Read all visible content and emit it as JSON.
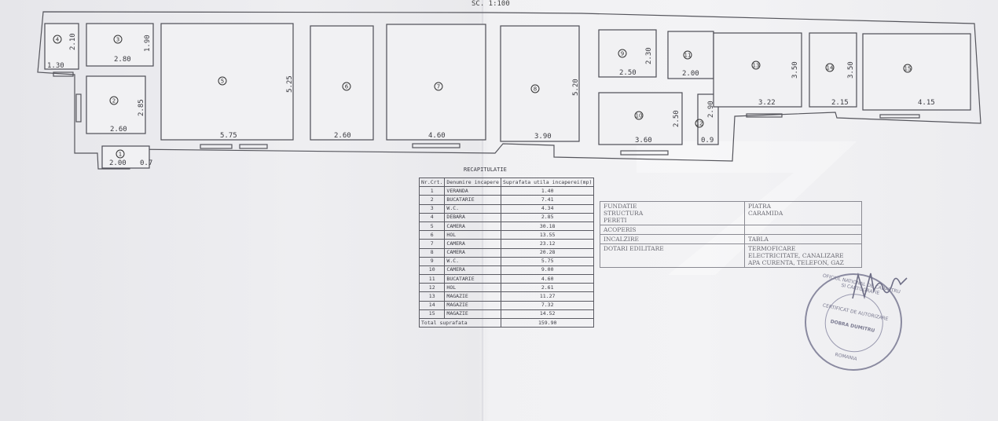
{
  "scale": "SC. 1:100",
  "plan": {
    "rooms": [
      {
        "number": "1",
        "dims": [
          "2.00",
          "0.7"
        ]
      },
      {
        "number": "2",
        "dims": [
          "2.85",
          "2.60"
        ]
      },
      {
        "number": "3",
        "dims": [
          "1.90",
          "2.80"
        ]
      },
      {
        "number": "4",
        "dims": [
          "2.10",
          "1.30"
        ]
      },
      {
        "number": "5",
        "dims": [
          "5.25",
          "5.75"
        ]
      },
      {
        "number": "6",
        "dims": [
          "2.60"
        ]
      },
      {
        "number": "7",
        "dims": [
          "4.60"
        ]
      },
      {
        "number": "8",
        "dims": [
          "5.20",
          "3.90"
        ]
      },
      {
        "number": "9",
        "dims": [
          "2.30",
          "2.50"
        ]
      },
      {
        "number": "10",
        "dims": [
          "2.50",
          "3.60"
        ]
      },
      {
        "number": "11",
        "dims": [
          "2.00"
        ]
      },
      {
        "number": "12",
        "dims": [
          "2.90",
          "0.9"
        ]
      },
      {
        "number": "13",
        "dims": [
          "3.50",
          "3.22"
        ]
      },
      {
        "number": "14",
        "dims": [
          "3.50",
          "2.15"
        ]
      },
      {
        "number": "15",
        "dims": [
          "4.15"
        ]
      }
    ]
  },
  "recap": {
    "title": "RECAPITULATIE",
    "headers": [
      "Nr.Crt.",
      "Denumire incapere",
      "Suprafata utila incaperei(mp)"
    ],
    "rows": [
      [
        "1",
        "VERANDA",
        "1.40"
      ],
      [
        "2",
        "BUCATARIE",
        "7.41"
      ],
      [
        "3",
        "W.C.",
        "4.34"
      ],
      [
        "4",
        "DEBARA",
        "2.85"
      ],
      [
        "5",
        "CAMERA",
        "30.18"
      ],
      [
        "6",
        "HOL",
        "13.55"
      ],
      [
        "7",
        "CAMERA",
        "23.12"
      ],
      [
        "8",
        "CAMERA",
        "20.28"
      ],
      [
        "9",
        "W.C.",
        "5.75"
      ],
      [
        "10",
        "CAMERA",
        "9.00"
      ],
      [
        "11",
        "BUCATARIE",
        "4.60"
      ],
      [
        "12",
        "HOL",
        "2.61"
      ],
      [
        "13",
        "MAGAZIE",
        "11.27"
      ],
      [
        "14",
        "MAGAZIE",
        "7.32"
      ],
      [
        "15",
        "MAGAZIE",
        "14.52"
      ]
    ],
    "total_label": "Total suprafata",
    "total_value": "159.90"
  },
  "specs": {
    "rows": [
      {
        "label": "FUNDATIE\nSTRUCTURA\nPERETI",
        "value": "PIATRA\nCARAMIDA"
      },
      {
        "label": "ACOPERIS",
        "value": ""
      },
      {
        "label": "INCALZIRE",
        "value": "TABLA"
      },
      {
        "label": "DOTARI EDILITARE",
        "value": "TERMOFICARE\nELECTRICITATE, CANALIZARE\nAPA CURENTA, TELEFON, GAZ"
      }
    ]
  },
  "stamp": {
    "ring_text": "OFICIUL NATIONAL DE CADASTRU SI CARTOGRAFIE",
    "country": "ROMANIA",
    "inner_line1": "CERTIFICAT DE AUTORIZARE",
    "name": "DOBRA DUMITRU"
  },
  "colors": {
    "ink": "#4d4d55",
    "paper": "#eeeef1",
    "stamp": "#7a7a90"
  }
}
